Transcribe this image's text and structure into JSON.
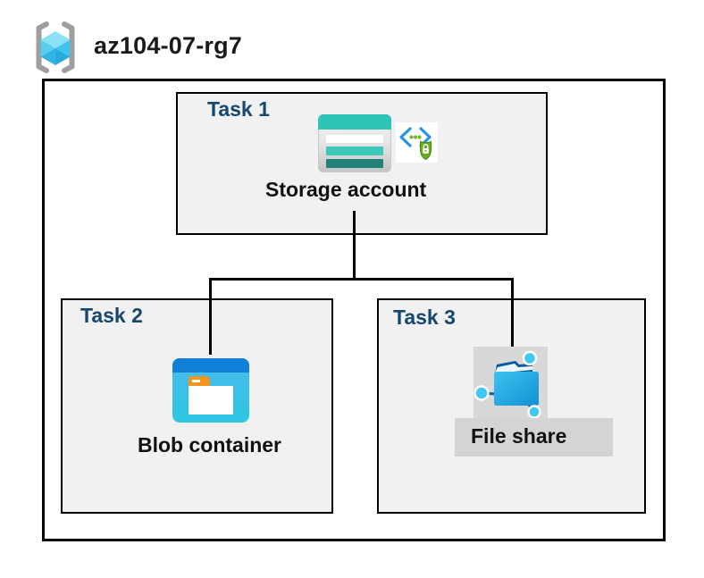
{
  "header": {
    "title": "az104-07-rg7",
    "icon": "resource-group-icon"
  },
  "tasks": [
    {
      "label": "Task 1",
      "resource": "Storage account",
      "icons": [
        "storage-account-icon",
        "sas-lock-icon"
      ]
    },
    {
      "label": "Task 2",
      "resource": "Blob container",
      "icons": [
        "blob-container-icon"
      ]
    },
    {
      "label": "Task 3",
      "resource": "File share",
      "icons": [
        "file-share-icon"
      ]
    }
  ],
  "connections": [
    {
      "from": "Storage account",
      "to": "Blob container"
    },
    {
      "from": "Storage account",
      "to": "File share"
    }
  ],
  "colors": {
    "task_label": "#17466F",
    "box_fill": "#F1F1F1",
    "border": "#000000",
    "storage_teal": "#2EC4B6",
    "storage_dark_teal": "#1F8178",
    "blob_blue": "#0F7FD7",
    "blob_cyan": "#2EC6E2",
    "blob_tab_orange": "#F7941E",
    "file_share_cyan": "#2FB7EC",
    "sas_bracket_blue": "#2795E3",
    "sas_green": "#76B82A",
    "highlight_gray": "#D8D8D8",
    "rg_cube_cyan": "#57CEF0",
    "rg_bracket_gray": "#9E9E9E"
  }
}
